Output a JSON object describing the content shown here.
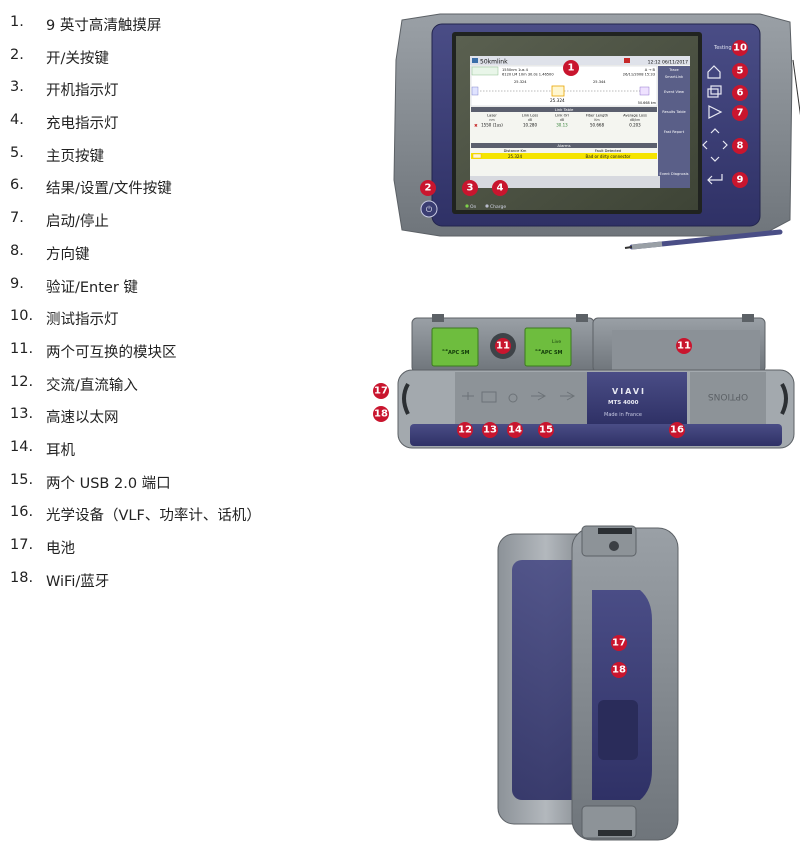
{
  "legend": [
    {
      "num": "1.",
      "text": "9 英寸高清触摸屏"
    },
    {
      "num": "2.",
      "text": "开/关按键"
    },
    {
      "num": "3.",
      "text": "开机指示灯"
    },
    {
      "num": "4.",
      "text": "充电指示灯"
    },
    {
      "num": "5.",
      "text": "主页按键"
    },
    {
      "num": "6.",
      "text": "结果/设置/文件按键"
    },
    {
      "num": "7.",
      "text": "启动/停止"
    },
    {
      "num": "8.",
      "text": "方向键"
    },
    {
      "num": "9.",
      "text": "验证/Enter 键"
    },
    {
      "num": "10.",
      "text": "测试指示灯"
    },
    {
      "num": "11.",
      "text": "两个可互换的模块区"
    },
    {
      "num": "12.",
      "text": "交流/直流输入"
    },
    {
      "num": "13.",
      "text": "高速以太网"
    },
    {
      "num": "14.",
      "text": "耳机"
    },
    {
      "num": "15.",
      "text": "两个 USB 2.0 端口"
    },
    {
      "num": "16.",
      "text": "光学设备（VLF、功率计、话机）"
    },
    {
      "num": "17.",
      "text": "电池"
    },
    {
      "num": "18.",
      "text": "WiFi/蓝牙"
    }
  ],
  "badges": {
    "b1": "1",
    "b2": "2",
    "b3": "3",
    "b4": "4",
    "b5": "5",
    "b6": "6",
    "b7": "7",
    "b8": "8",
    "b9": "9",
    "b10": "10",
    "b11a": "11",
    "b11b": "11",
    "b12": "12",
    "b13": "13",
    "b14": "14",
    "b15": "15",
    "b16": "16",
    "b17a": "17",
    "b18a": "18",
    "b17b": "17",
    "b18b": "18"
  },
  "device": {
    "status_on": "On",
    "status_charge": "Charge",
    "testing_label": "Testing",
    "brand": "VIAVI",
    "model": "MTS 4000",
    "made_in": "Made in France",
    "options_label": "OPTIONS",
    "module_left": "APC SM",
    "module_right": "APC SM",
    "module_right_live": "Live"
  },
  "screen": {
    "title": "50kmlink",
    "time": "12:12  06/11/2017",
    "info_line1": "1550nm  1us   4",
    "info_line2": "6120 LM  10m  30.0s  1.46500",
    "info_right1": "A → B",
    "info_right2": "26/11/2008  15:33",
    "dist_a": "25.324",
    "dist_b": "25.344",
    "dist_marker": "25.324",
    "dist_end": "50.668 km",
    "menu": [
      "Trace",
      "SmartLink",
      "Event View",
      "Results Table",
      "Fast Report",
      "Event Diagnosis"
    ],
    "link_table_title": "Link Table",
    "link_headers": [
      "Laser",
      "Link Loss",
      "Link Orl",
      "Fiber Length",
      "Average Loss"
    ],
    "link_units": [
      "nm",
      "dB",
      "dB",
      "Km",
      "dB/km"
    ],
    "link_row": [
      "1550 (1us)",
      "10.280",
      "30.13",
      "50.668",
      "0.203"
    ],
    "alarms_title": "Alarms",
    "alarm_headers": [
      "Distance Km",
      "Fault Detected"
    ],
    "alarm_row": [
      "25.324",
      "Bad or dirty connector"
    ]
  }
}
